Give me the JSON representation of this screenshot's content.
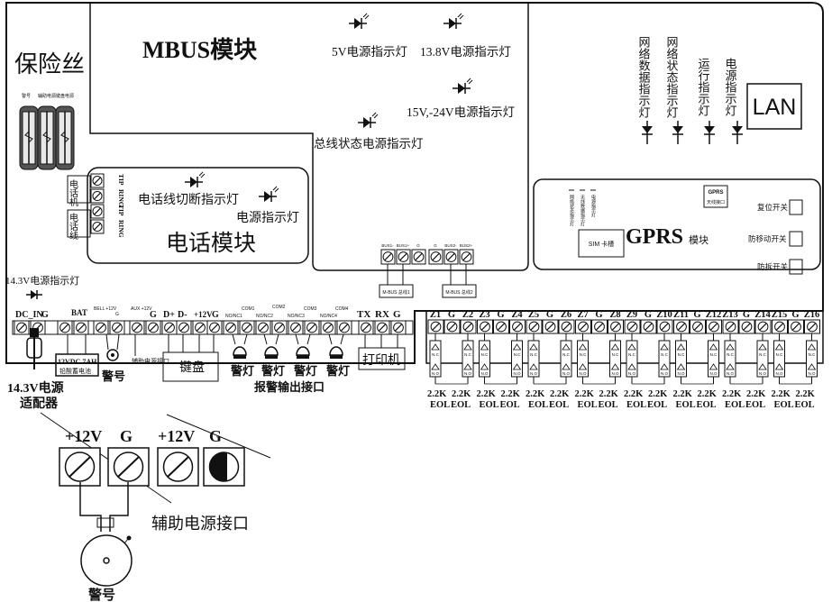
{
  "modules": {
    "mbus": "MBUS模块",
    "phone": "电话模块",
    "gprs": "GPRS",
    "gprs_suffix": "模块",
    "lan": "LAN"
  },
  "fuse": {
    "title": "保险丝",
    "labels": [
      "警号",
      "辅助电源",
      "键盘电源"
    ]
  },
  "mbus_leds": {
    "v5": "5V电源指示灯",
    "v138": "13.8V电源指示灯",
    "v15": "15V,-24V电源指示灯",
    "bus": "总线状态电源指示灯"
  },
  "network_leds": [
    "网络数据指示灯",
    "网络状态指示灯",
    "运行指示灯",
    "电源指示灯"
  ],
  "phone": {
    "led_cut": "电话线切断指示灯",
    "led_power": "电源指示灯",
    "jack1": "电话机",
    "jack2": "电话线",
    "pins": [
      "TIP",
      "RING",
      "TIP",
      "RING"
    ]
  },
  "bus_terminals": {
    "labels": [
      "BUS1-",
      "BUS1+",
      "G",
      "G",
      "BUS2-",
      "BUS2+"
    ],
    "iface1": "M-BUS 总线1",
    "iface2": "M-BUS 总线2"
  },
  "gprs": {
    "tiny1": "网络状态指示灯",
    "tiny2": "无线数据指示灯",
    "tiny3": "电源指示灯",
    "sim": "SIM 卡槽",
    "ant": "GPRS",
    "ant_sub": "天线接口",
    "switches": [
      "复位开关",
      "防移动开关",
      "防拆开关"
    ]
  },
  "power": {
    "led": "14.3V电源指示灯",
    "dcin": "DC_IN",
    "g": "G",
    "bat": "BAT",
    "battery1": "12VDC 7AH",
    "battery2": "铅酸蓄电池",
    "adapter1": "14.3V电源",
    "adapter2": "适配器"
  },
  "terminal_block": {
    "headers": [
      "BELL +12V",
      "G",
      "AUX +12V",
      "G",
      "D+",
      "D-",
      "+12V",
      "G"
    ],
    "bell": "警号",
    "aux": "辅助电源接口",
    "keypad": "键盘",
    "com": [
      "COM1",
      "COM2",
      "COM3",
      "COM4"
    ],
    "no": [
      "NO/NC1",
      "NO/NC2",
      "NO/NC3",
      "NO/NC4"
    ],
    "lamp": "警灯",
    "alarm_output": "报警输出接口",
    "serial": [
      "TX",
      "RX",
      "G"
    ],
    "printer": "打印机"
  },
  "zones": {
    "top": [
      "Z1",
      "G",
      "Z2",
      "Z3",
      "G",
      "Z4",
      "Z5",
      "G",
      "Z6",
      "Z7",
      "G",
      "Z8",
      "Z9",
      "G",
      "Z10",
      "Z11",
      "G",
      "Z12",
      "Z13",
      "G",
      "Z14",
      "Z15",
      "G",
      "Z16"
    ],
    "nc": "N.C",
    "no": "N.O",
    "resistor": "2.2K",
    "eol": "EOL"
  },
  "detail": {
    "v12a": "+12V",
    "ga": "G",
    "v12b": "+12V",
    "gb": "G",
    "aux": "辅助电源接口",
    "bell": "警号"
  }
}
